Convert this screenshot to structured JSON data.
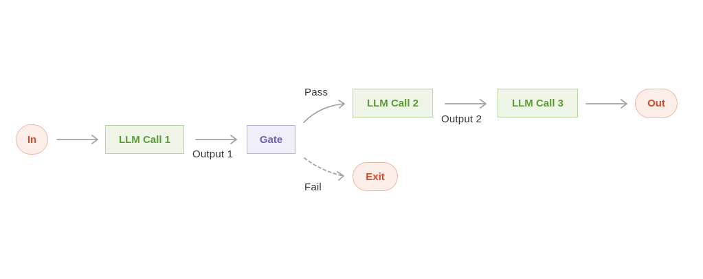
{
  "nodes": {
    "in": "In",
    "llm_call_1": "LLM Call 1",
    "gate": "Gate",
    "llm_call_2": "LLM Call 2",
    "llm_call_3": "LLM Call 3",
    "out": "Out",
    "exit": "Exit"
  },
  "edge_labels": {
    "output_1": "Output 1",
    "output_2": "Output 2",
    "pass": "Pass",
    "fail": "Fail"
  },
  "colors": {
    "arrow": "#a3a3a3",
    "terminal_fill": "#fbeee9",
    "terminal_border": "#efb6a4",
    "terminal_text": "#cf4b2a",
    "llm_fill": "#eef5e6",
    "llm_border": "#b4d79f",
    "llm_text": "#5c9a35",
    "gate_fill": "#efeef8",
    "gate_border": "#b7b3dd",
    "gate_text": "#6b5fae"
  }
}
